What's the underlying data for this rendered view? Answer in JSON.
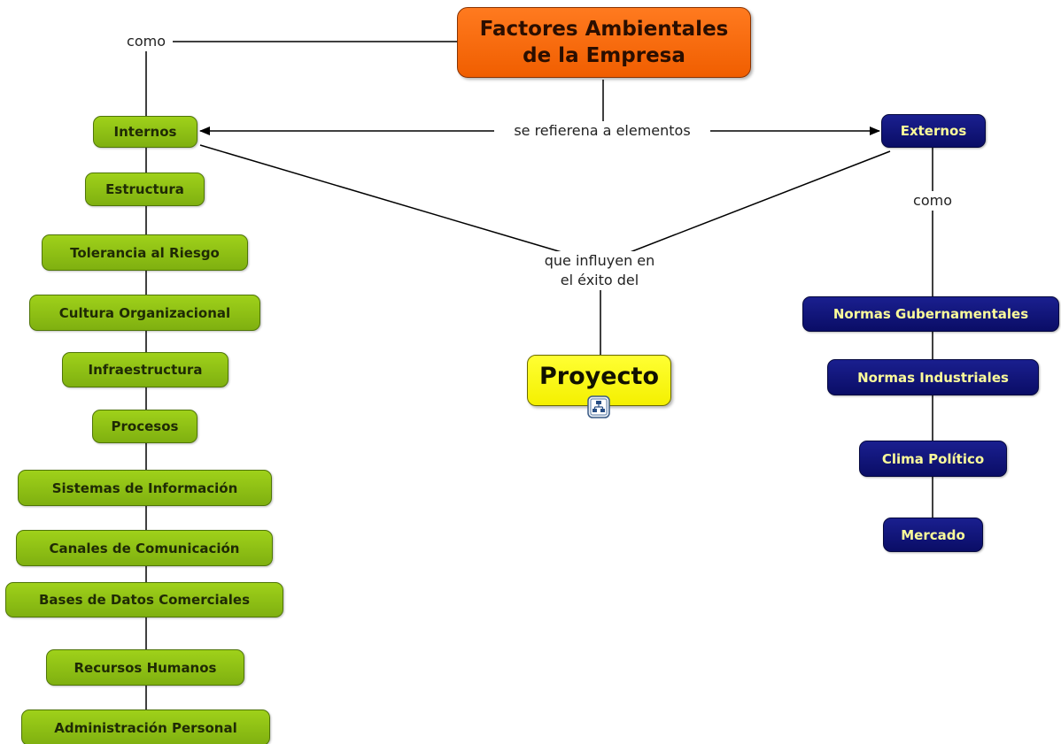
{
  "title": {
    "line1": "Factores Ambientales",
    "line2": "de la Empresa"
  },
  "center_node": "Proyecto",
  "center_icon": "concept-map-icon",
  "internal": {
    "label": "Internos",
    "items": [
      "Estructura",
      "Tolerancia al Riesgo",
      "Cultura Organizacional",
      "Infraestructura",
      "Procesos",
      "Sistemas de Información",
      "Canales de Comunicación",
      "Bases de Datos Comerciales",
      "Recursos Humanos",
      "Administración Personal"
    ]
  },
  "external": {
    "label": "Externos",
    "items": [
      "Normas Gubernamentales",
      "Normas Industriales",
      "Clima Político",
      "Mercado"
    ]
  },
  "link_labels": {
    "internal_como": "como",
    "external_como": "como",
    "refer": "se refierena a elementos",
    "influence_line1": "que influyen en",
    "influence_line2": "el éxito del"
  },
  "colors": {
    "title_fill": "#ff6a10",
    "center_fill": "#ffff1a",
    "internal_fill": "#8cc014",
    "external_fill": "#0d1178",
    "external_text": "#fbfb9a",
    "line": "#000000"
  }
}
